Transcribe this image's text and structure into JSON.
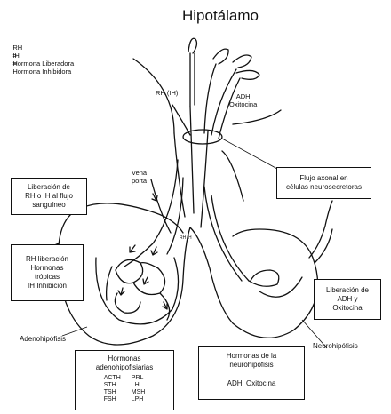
{
  "title": "Hipotálamo",
  "legend": [
    {
      "abbr": "RH",
      "eq": "=",
      "text": "Hormona Liberadora"
    },
    {
      "abbr": "IH",
      "eq": "=",
      "text": "Hormona Inhibidora"
    }
  ],
  "labels": {
    "rh_ih": "RH (IH)",
    "adh_line1": "ADH",
    "adh_line2": "Oxitocina",
    "vena_line1": "Vena",
    "vena_line2": "porta",
    "rh_ih_small": "RH IH",
    "adenohipofisis": "Adenohipófisis",
    "neurohipofisis": "Neurohipófisis"
  },
  "boxes": {
    "liberacion_rh": [
      "Liberación de",
      "RH o IH al flujo",
      "sanguíneo"
    ],
    "flujo_axonal": [
      "Flujo axonal en",
      "células neurosecretoras"
    ],
    "rh_liberacion": {
      "line1": "RH liberación",
      "line2": "Hormonas",
      "line3": "trópicas",
      "line4": "IH Inhibición"
    },
    "liberacion_adh": [
      "Liberación de",
      "ADH y",
      "Oxitocina"
    ],
    "adeno_hormonas": {
      "title": [
        "Hormonas",
        "adenohipofisiarias"
      ],
      "rows": [
        [
          "ACTH",
          "PRL"
        ],
        [
          "STH",
          "LH"
        ],
        [
          "TSH",
          "MSH"
        ],
        [
          "FSH",
          "LPH"
        ]
      ]
    },
    "neuro_hormonas": {
      "title": [
        "Hormonas de la",
        "neurohipófisis"
      ],
      "content": "ADH, Oxitocina"
    }
  }
}
